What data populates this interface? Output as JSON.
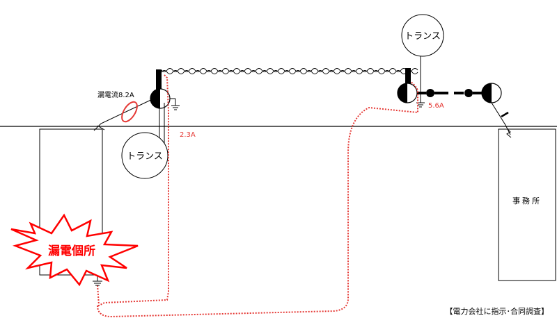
{
  "labels": {
    "transformer_left": "トランス",
    "transformer_right": "トランス",
    "leak_current_label": "漏電流8.2A",
    "current_2_3": "2.3A",
    "current_5_6": "5.6A",
    "leak_point": "漏電個所",
    "office": "事務所",
    "footer_note": "【電力会社に指示･合同調査】"
  },
  "colors": {
    "line": "#000000",
    "leak_path": "#e53935",
    "burst": "#ff0000",
    "burst_fill": "#ffffff"
  }
}
